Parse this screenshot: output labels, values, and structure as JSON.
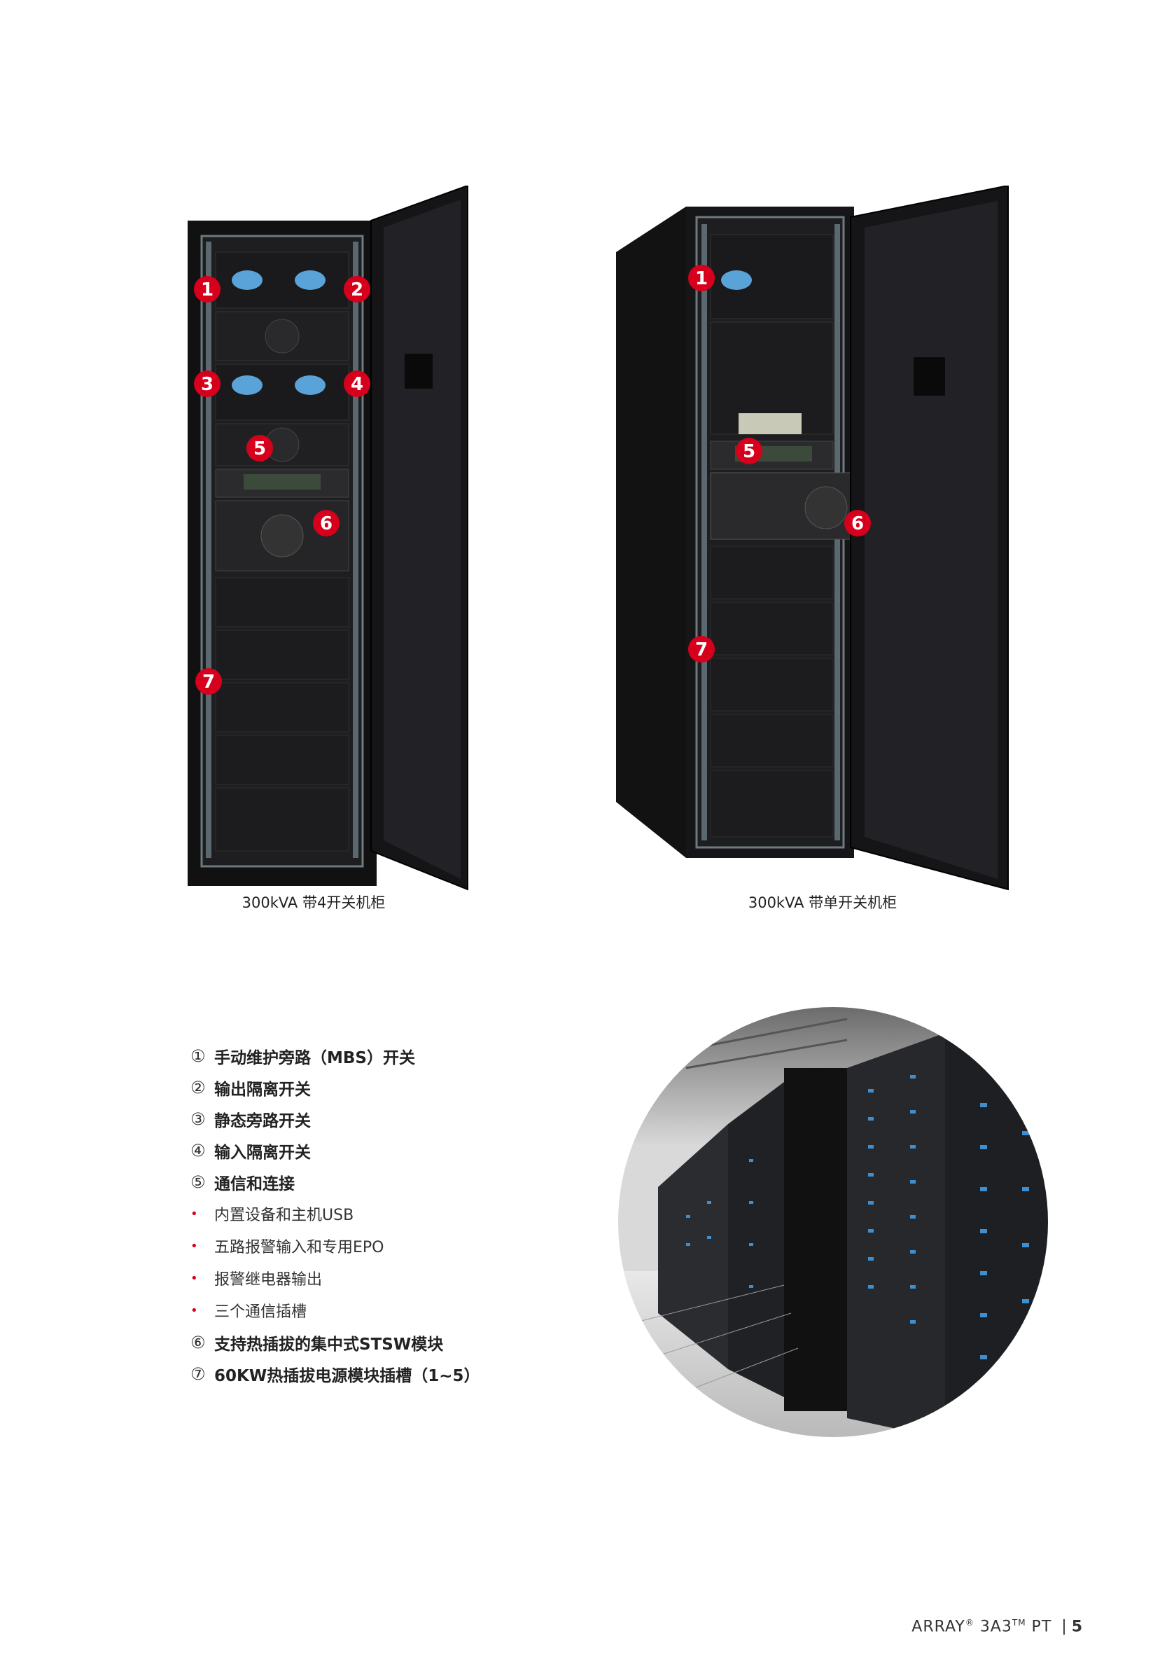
{
  "cabinets": [
    {
      "caption": "300kVA 带4开关机柜",
      "markers": [
        "1",
        "2",
        "3",
        "4",
        "5",
        "6",
        "7"
      ]
    },
    {
      "caption": "300kVA 带单开关机柜",
      "markers": [
        "1",
        "5",
        "6",
        "7"
      ]
    }
  ],
  "features": [
    {
      "num": "①",
      "text": "手动维护旁路（MBS）开关"
    },
    {
      "num": "②",
      "text": "输出隔离开关"
    },
    {
      "num": "③",
      "text": "静态旁路开关"
    },
    {
      "num": "④",
      "text": "输入隔离开关"
    },
    {
      "num": "⑤",
      "text": "通信和连接"
    },
    {
      "num": "•",
      "text": "内置设备和主机USB"
    },
    {
      "num": "•",
      "text": "五路报警输入和专用EPO"
    },
    {
      "num": "•",
      "text": "报警继电器输出"
    },
    {
      "num": "•",
      "text": "三个通信插槽"
    },
    {
      "num": "⑥",
      "text": "支持热插拔的集中式STSW模块"
    },
    {
      "num": "⑦",
      "text": "60KW热插拔电源模块插槽（1~5）"
    }
  ],
  "footer": {
    "brand": "ARRAY",
    "reg": "®",
    "model": "3A3",
    "tm": "TM",
    "suffix": "PT",
    "separator": "|",
    "page": "5"
  },
  "colors": {
    "accent": "#d6001c",
    "cabinet": "#1c1c1e",
    "panel": "#2a2a2c"
  }
}
